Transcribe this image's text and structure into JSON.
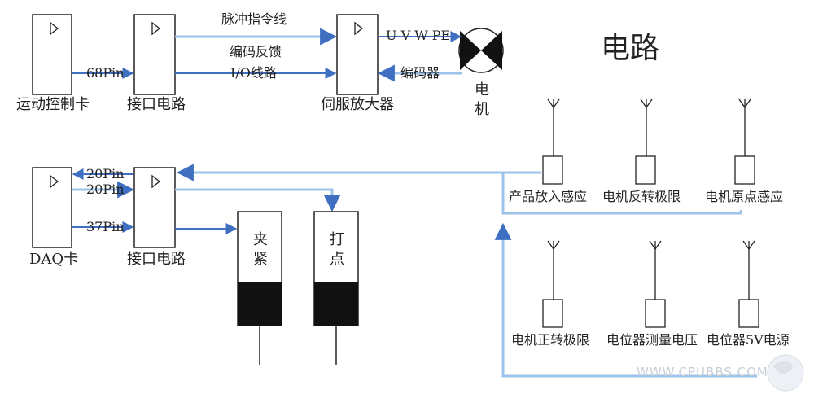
{
  "title": "电路",
  "blocks": {
    "motion_card": "运动控制卡",
    "interface_top": "接口电路",
    "servo_amp": "伺服放大器",
    "daq_card": "DAQ卡",
    "interface_bottom": "接口电路"
  },
  "signals": {
    "pin68": "68Pin",
    "pulse_cmd": "脉冲指令线",
    "encoder_fb": "编码反馈",
    "io_line": "I/O线路",
    "uvwpe": "U V W PE",
    "encoder": "编码器",
    "pin20a": "20Pin",
    "pin20b": "20Pin",
    "pin37": "37Pin"
  },
  "motor": {
    "label": "电机"
  },
  "cylinders": {
    "clamp": "夹紧",
    "mark": "打点"
  },
  "sensors_top": [
    "产品放入感应",
    "电机反转极限",
    "电机原点感应"
  ],
  "sensors_bottom": [
    "电机正转极限",
    "电位器测量电压",
    "电位器5V电源"
  ],
  "watermark": "WWW.CPUBBS.COM",
  "colors": {
    "line": "#222222",
    "signal_blue": "#3f6fc0",
    "light_blue": "#9ec3ea",
    "fill_black": "#111111"
  }
}
